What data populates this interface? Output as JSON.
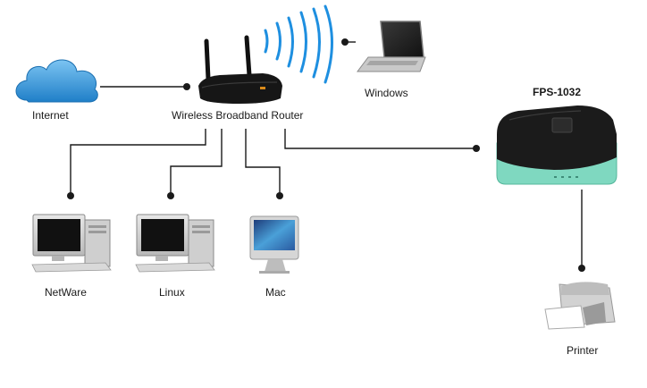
{
  "nodes": {
    "internet": {
      "label": "Internet",
      "icon": "cloud-icon"
    },
    "router": {
      "label": "Wireless Broadband Router",
      "icon": "router-icon"
    },
    "windows": {
      "label": "Windows",
      "icon": "laptop-icon"
    },
    "print_server": {
      "label": "FPS-1032",
      "icon": "print-server-icon"
    },
    "netware": {
      "label": "NetWare",
      "icon": "desktop-pc-icon"
    },
    "linux": {
      "label": "Linux",
      "icon": "desktop-pc-icon"
    },
    "mac": {
      "label": "Mac",
      "icon": "imac-icon"
    },
    "printer": {
      "label": "Printer",
      "icon": "printer-icon"
    }
  },
  "colors": {
    "line": "#1a1a1a",
    "cloud": "#2e8fd6",
    "wireless": "#1e8fe0",
    "print_server_base": "#7fd8c0",
    "print_server_top": "#1b1b1b"
  }
}
